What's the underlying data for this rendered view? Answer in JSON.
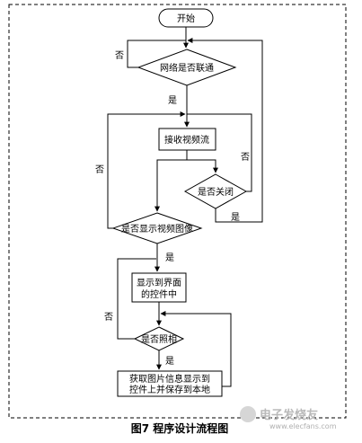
{
  "nodes": {
    "start": "开始",
    "network_check": "网络是否联通",
    "receive_stream": "接收视频流",
    "close_check": "是否关闭",
    "display_check": "是否显示视频图像",
    "show_line1": "显示到界面",
    "show_line2": "的控件中",
    "photo_check": "是否照相",
    "save_line1": "获取图片信息显示到",
    "save_line2": "控件上并保存到本地"
  },
  "edges": {
    "network_no": "否",
    "network_yes": "是",
    "close_no": "否",
    "close_yes": "是",
    "display_no": "否",
    "display_yes": "是",
    "photo_no": "否",
    "photo_yes": "是"
  },
  "caption": "图7  程序设计流程图",
  "watermark": {
    "brand": "电子发烧友",
    "url": "www.elecfans.com"
  }
}
